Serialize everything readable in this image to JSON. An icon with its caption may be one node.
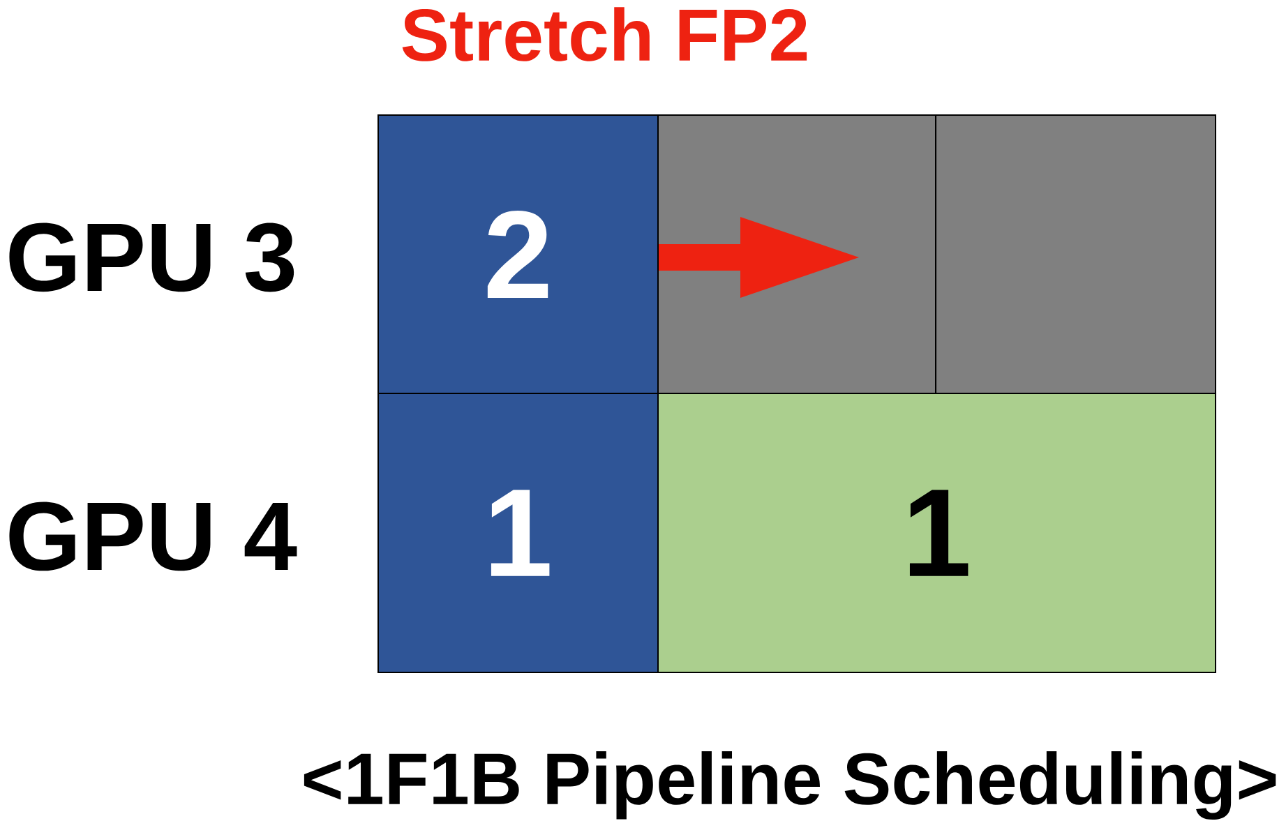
{
  "diagram": {
    "title": "Stretch FP2",
    "caption": "<1F1B Pipeline Scheduling>",
    "nodes": [
      {
        "text": [
          "2"
        ]
      },
      {
        "text": [],
        "shape": "box"
      },
      {
        "text": [],
        "shape": "box"
      },
      {
        "text": [
          "1"
        ]
      },
      {
        "text": [
          "1"
        ]
      }
    ],
    "edges": [],
    "labels": [
      "GPU 3",
      "GPU 4"
    ]
  }
}
